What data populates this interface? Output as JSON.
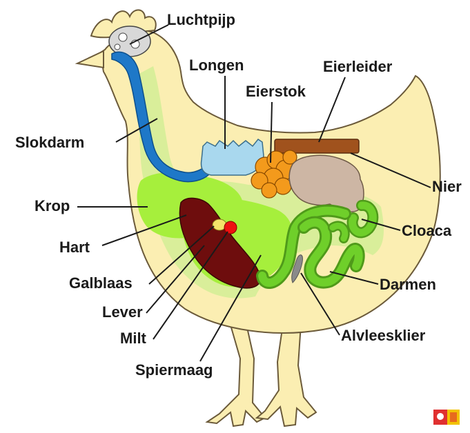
{
  "labels": {
    "luchtpijp": "Luchtpijp",
    "longen": "Longen",
    "eierstok": "Eierstok",
    "eierleider": "Eierleider",
    "slokdarm": "Slokdarm",
    "nier": "Nier",
    "krop": "Krop",
    "cloaca": "Cloaca",
    "hart": "Hart",
    "galblaas": "Galblaas",
    "darmen": "Darmen",
    "lever": "Lever",
    "milt": "Milt",
    "alvleesklier": "Alvleesklier",
    "spiermaag": "Spiermaag"
  },
  "colors": {
    "body": "#fbeeb2",
    "outline": "#6b5a3a",
    "trachea": "#1e78c8",
    "esophagus_band": "#9be05a",
    "crop": "#a6ef3c",
    "lungs": "#a9d8ee",
    "ovary": "#f39a1c",
    "oviduct": "#a0521d",
    "kidney": "#cdb6a4",
    "liver": "#6e0d0d",
    "heart": "#ee1111",
    "gallbladder": "#f3e36a",
    "intestines": "#6fcf2a",
    "pancreas": "#8a8a8a"
  },
  "icons": {
    "logo": "logo-icon"
  }
}
